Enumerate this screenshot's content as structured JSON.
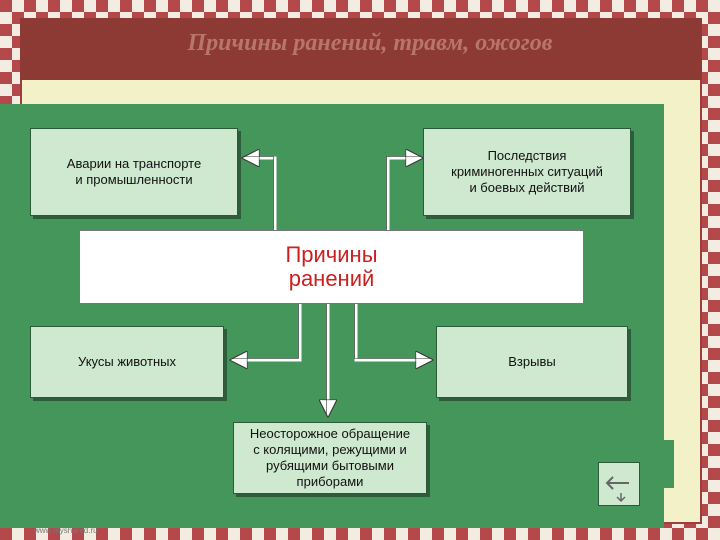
{
  "slide": {
    "title": "Причины ранений, травм, ожогов",
    "footer": "www.myshared.ru"
  },
  "diagram": {
    "center": {
      "line1": "Причины",
      "line2": "ранений"
    },
    "nodes": {
      "transport": {
        "line1": "Аварии на транспорте",
        "line2": "и промышленности"
      },
      "criminal": {
        "line1": "Последствия",
        "line2": "криминогенных ситуаций",
        "line3": "и боевых действий"
      },
      "animals": {
        "line1": "Укусы животных"
      },
      "explosions": {
        "line1": "Взрывы"
      },
      "careless": {
        "line1": "Неосторожное обращение",
        "line2": "с колящими, режущими и",
        "line3": "рубящими бытовыми",
        "line4": "приборами"
      }
    }
  },
  "nav": {
    "icon": "back-arrow-icon"
  },
  "colors": {
    "panel": "#45965a",
    "box": "#cfe8d0",
    "center_text": "#cc1f1f",
    "frame": "#b4484b"
  }
}
